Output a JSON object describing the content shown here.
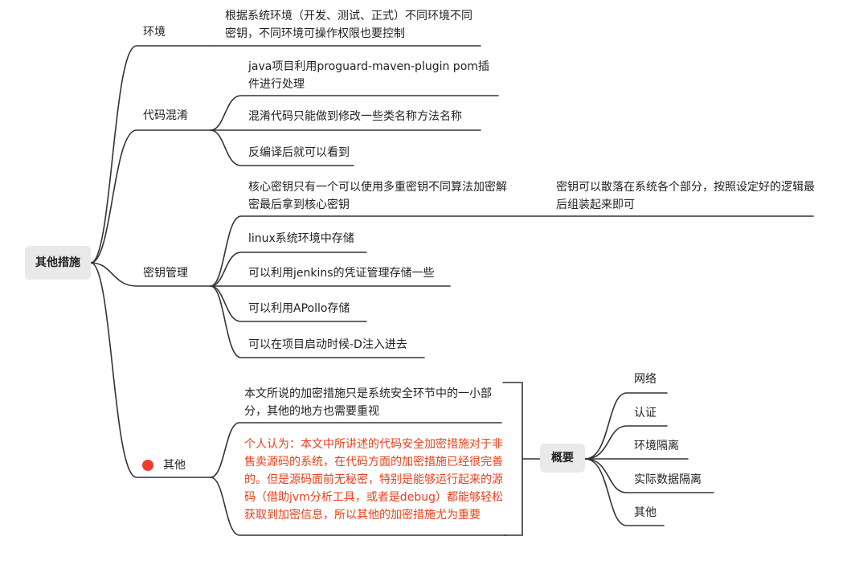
{
  "root": {
    "label": "其他措施"
  },
  "branches": {
    "env": {
      "label": "环境",
      "children": [
        {
          "text": "根据系统环境（开发、测试、正式）不同环境不同密钥，不同环境可操作权限也要控制"
        }
      ]
    },
    "obfuscation": {
      "label": "代码混淆",
      "children": [
        {
          "text": "java项目利用proguard-maven-plugin pom插件进行处理"
        },
        {
          "text": "混淆代码只能做到修改一些类名称方法名称"
        },
        {
          "text": "反编译后就可以看到"
        }
      ]
    },
    "keys": {
      "label": "密钥管理",
      "children": [
        {
          "text": "核心密钥只有一个可以使用多重密钥不同算法加密解密最后拿到核心密钥",
          "sub": "密钥可以散落在系统各个部分，按照设定好的逻辑最后组装起来即可"
        },
        {
          "text": "linux系统环境中存储"
        },
        {
          "text": "可以利用jenkins的凭证管理存储一些"
        },
        {
          "text": "可以利用APollo存储"
        },
        {
          "text": "可以在项目启动时候-D注入进去"
        }
      ]
    },
    "other": {
      "label": "其他",
      "marker_color": "#f03c2e",
      "children": [
        {
          "text": "本文所说的加密措施只是系统安全环节中的一小部分，其他的地方也需要重视"
        },
        {
          "text": "个人认为：本文中所讲述的代码安全加密措施对于非售卖源码的系统，在代码方面的加密措施已经很完善的。但是源码面前无秘密，特别是能够运行起来的源码（借助jvm分析工具，或者是debug）都能够轻松获取到加密信息，所以其他的加密措施尤为重要",
          "color": "#e8401c"
        }
      ]
    }
  },
  "summary": {
    "label": "概要",
    "items": [
      "网络",
      "认证",
      "环境隔离",
      "实际数据隔离",
      "其他"
    ]
  }
}
